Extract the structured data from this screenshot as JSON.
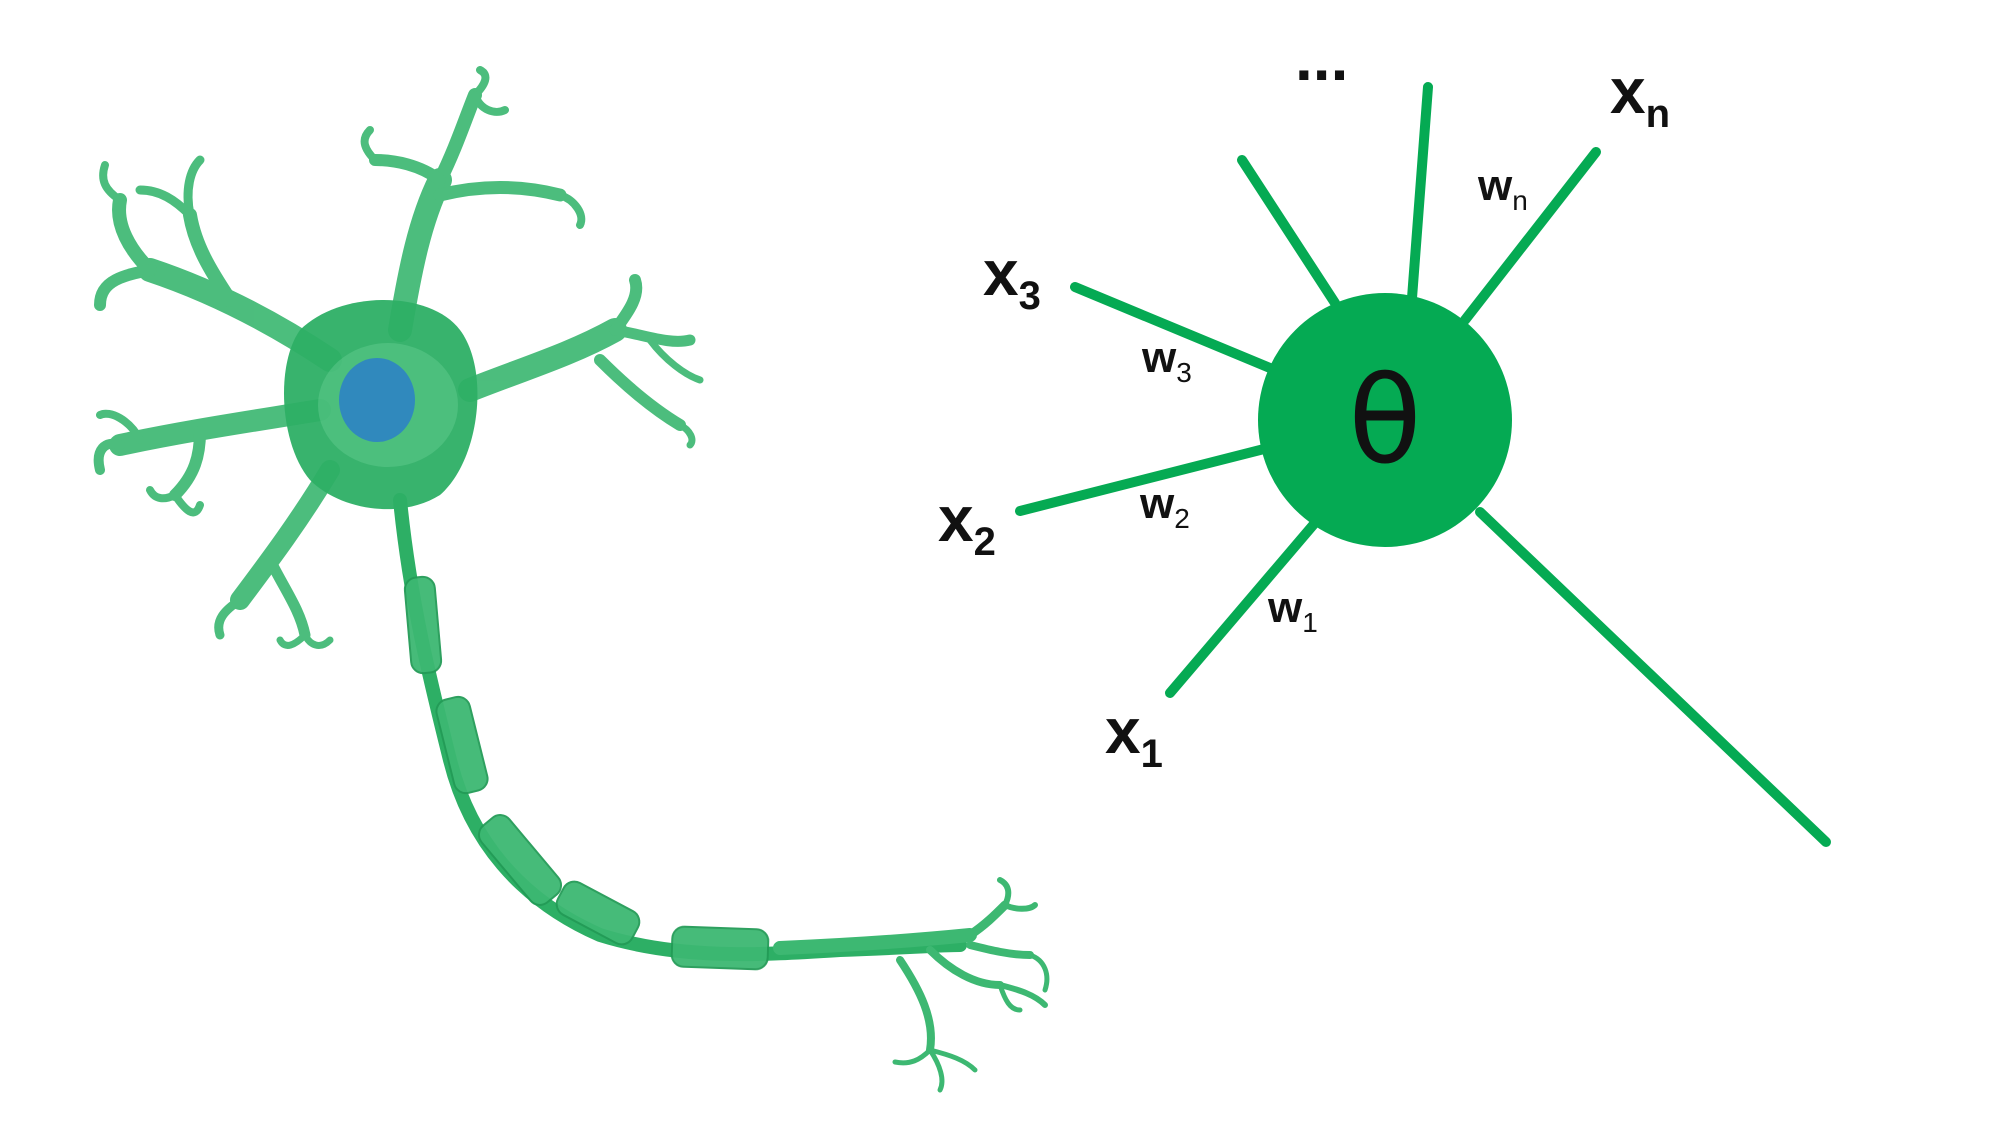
{
  "colors": {
    "accent": "#05AA53",
    "neuron": "#2DAF65",
    "neuron_light": "#5CC98A",
    "nucleus": "#2E86C1",
    "text": "#111111",
    "background": "#FFFFFF"
  },
  "neuron_illustration": {
    "icon": "biological-neuron-illustration"
  },
  "perceptron": {
    "threshold_symbol": "θ",
    "ellipsis": "...",
    "inputs": [
      {
        "var": "x",
        "sub": "1"
      },
      {
        "var": "x",
        "sub": "2"
      },
      {
        "var": "x",
        "sub": "3"
      },
      {
        "var": "x",
        "sub": "n"
      }
    ],
    "weights": [
      {
        "var": "w",
        "sub": "1"
      },
      {
        "var": "w",
        "sub": "2"
      },
      {
        "var": "w",
        "sub": "3"
      },
      {
        "var": "w",
        "sub": "n"
      }
    ]
  }
}
